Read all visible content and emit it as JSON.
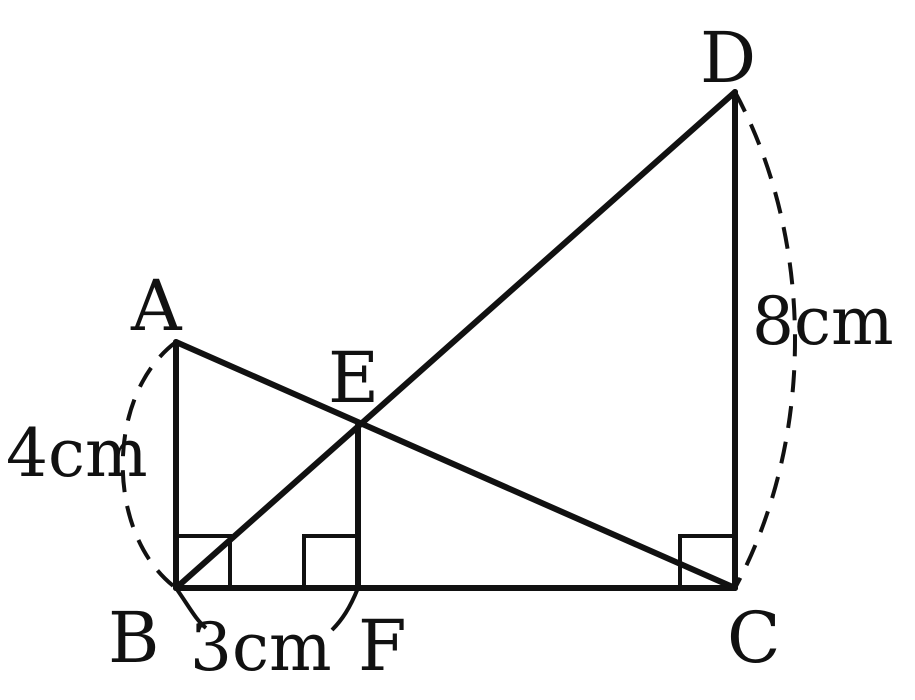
{
  "figure": {
    "points": {
      "A": "A",
      "B": "B",
      "C": "C",
      "D": "D",
      "E": "E",
      "F": "F"
    },
    "measures": {
      "AB": "4cm",
      "BF": "3cm",
      "CD": "8cm"
    },
    "colors": {
      "stroke": "#111111",
      "background": "#ffffff"
    }
  }
}
